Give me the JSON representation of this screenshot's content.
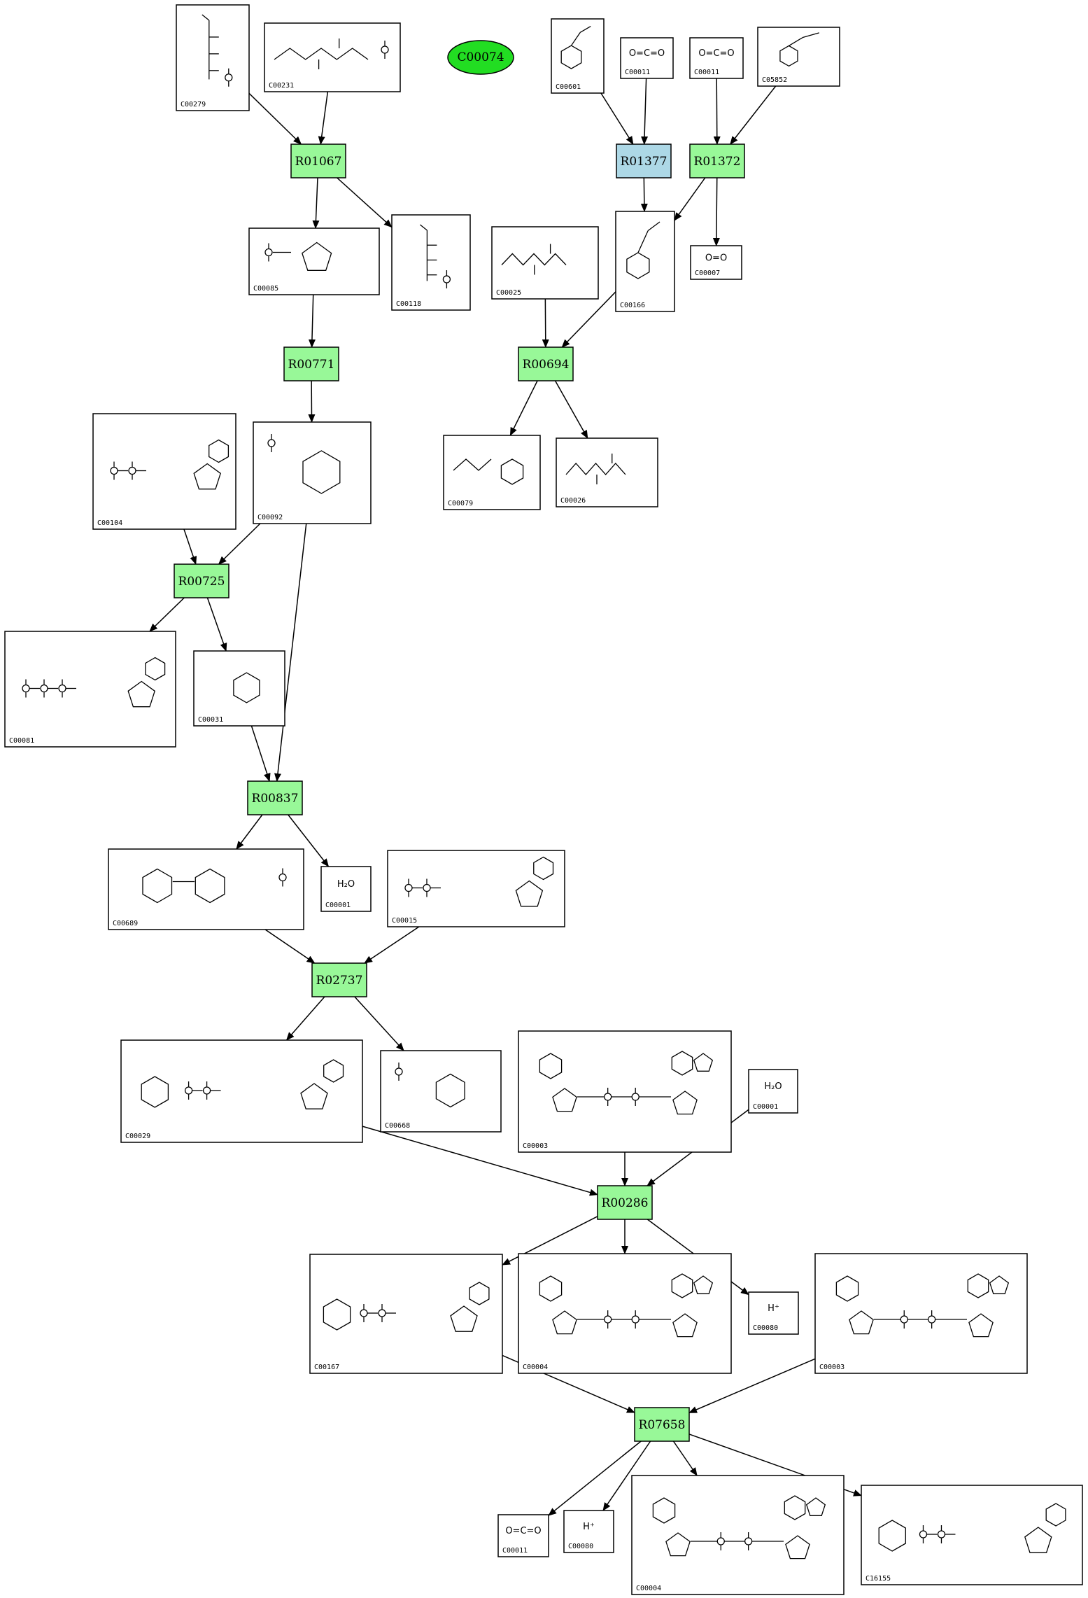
{
  "highlight_compound": {
    "label": "C00074",
    "fill": "#22dd22"
  },
  "colors": {
    "reaction": "#98f898",
    "reaction_alt": "#add8e6",
    "edge": "#000000"
  },
  "reactions": [
    {
      "id": "R01067",
      "style": "green"
    },
    {
      "id": "R01377",
      "style": "blue"
    },
    {
      "id": "R01372",
      "style": "green"
    },
    {
      "id": "R00771",
      "style": "green"
    },
    {
      "id": "R00694",
      "style": "green"
    },
    {
      "id": "R00725",
      "style": "green"
    },
    {
      "id": "R00837",
      "style": "green"
    },
    {
      "id": "R02737",
      "style": "green"
    },
    {
      "id": "R00286",
      "style": "green"
    },
    {
      "id": "R07658",
      "style": "green"
    }
  ],
  "compounds": [
    {
      "key": "c00279",
      "id": "C00279",
      "structure": "mol-aldehyde-chain"
    },
    {
      "key": "c00231",
      "id": "C00231",
      "structure": "mol-ketose-phosphate"
    },
    {
      "key": "c00601",
      "id": "C00601",
      "structure": "mol-benzene-aldehyde"
    },
    {
      "key": "c00011a",
      "id": "C00011",
      "structure": "text",
      "text": "O=C=O"
    },
    {
      "key": "c00011b",
      "id": "C00011",
      "structure": "text",
      "text": "O=C=O"
    },
    {
      "key": "c05852",
      "id": "C05852",
      "structure": "mol-hydroxyphenyl-acid"
    },
    {
      "key": "c00085",
      "id": "C00085",
      "structure": "mol-furanose-phosphate"
    },
    {
      "key": "c00118",
      "id": "C00118",
      "structure": "mol-glyceraldehyde-p"
    },
    {
      "key": "c00025",
      "id": "C00025",
      "structure": "mol-amino-diacid"
    },
    {
      "key": "c00166",
      "id": "C00166",
      "structure": "mol-phenylpyruvate"
    },
    {
      "key": "c00007",
      "id": "C00007",
      "structure": "text",
      "text": "O=O"
    },
    {
      "key": "c00104",
      "id": "C00104",
      "structure": "mol-nucleotide-2p"
    },
    {
      "key": "c00092",
      "id": "C00092",
      "structure": "mol-pyranose-phosphate"
    },
    {
      "key": "c00079",
      "id": "C00079",
      "structure": "mol-amino-acid-phenyl"
    },
    {
      "key": "c00026",
      "id": "C00026",
      "structure": "mol-keto-diacid"
    },
    {
      "key": "c00081",
      "id": "C00081",
      "structure": "mol-nucleotide-3p"
    },
    {
      "key": "c00031",
      "id": "C00031",
      "structure": "mol-pyranose"
    },
    {
      "key": "c00689",
      "id": "C00689",
      "structure": "mol-disaccharide-p"
    },
    {
      "key": "c00001a",
      "id": "C00001",
      "structure": "text",
      "text": "H₂O"
    },
    {
      "key": "c00015",
      "id": "C00015",
      "structure": "mol-udp"
    },
    {
      "key": "c00029",
      "id": "C00029",
      "structure": "mol-udp-sugar"
    },
    {
      "key": "c00668",
      "id": "C00668",
      "structure": "mol-pyranose-phosphate"
    },
    {
      "key": "c00003a",
      "id": "C00003",
      "structure": "mol-nad"
    },
    {
      "key": "c00001b",
      "id": "C00001",
      "structure": "text",
      "text": "H₂O"
    },
    {
      "key": "c00167",
      "id": "C00167",
      "structure": "mol-udp-sugar-acid"
    },
    {
      "key": "c00004a",
      "id": "C00004",
      "structure": "mol-nadh"
    },
    {
      "key": "c00080a",
      "id": "C00080",
      "structure": "text",
      "text": "H⁺"
    },
    {
      "key": "c00003b",
      "id": "C00003",
      "structure": "mol-nad"
    },
    {
      "key": "c00011c",
      "id": "C00011",
      "structure": "text",
      "text": "O=C=O"
    },
    {
      "key": "c00080b",
      "id": "C00080",
      "structure": "text",
      "text": "H⁺"
    },
    {
      "key": "c00004b",
      "id": "C00004",
      "structure": "mol-nadh"
    },
    {
      "key": "c16155",
      "id": "C16155",
      "structure": "mol-udp-keto-sugar"
    }
  ],
  "edges": [
    [
      "c00279",
      "R01067"
    ],
    [
      "c00231",
      "R01067"
    ],
    [
      "R01067",
      "c00085"
    ],
    [
      "R01067",
      "c00118"
    ],
    [
      "c00601",
      "R01377"
    ],
    [
      "c00011a",
      "R01377"
    ],
    [
      "R01377",
      "c00166"
    ],
    [
      "c00011b",
      "R01372"
    ],
    [
      "c05852",
      "R01372"
    ],
    [
      "R01372",
      "c00166"
    ],
    [
      "R01372",
      "c00007"
    ],
    [
      "c00085",
      "R00771"
    ],
    [
      "R00771",
      "c00092"
    ],
    [
      "c00025",
      "R00694"
    ],
    [
      "c00166",
      "R00694"
    ],
    [
      "R00694",
      "c00079"
    ],
    [
      "R00694",
      "c00026"
    ],
    [
      "c00104",
      "R00725"
    ],
    [
      "c00092",
      "R00725"
    ],
    [
      "R00725",
      "c00081"
    ],
    [
      "R00725",
      "c00031"
    ],
    [
      "c00031",
      "R00837"
    ],
    [
      "c00092",
      "R00837"
    ],
    [
      "R00837",
      "c00689"
    ],
    [
      "R00837",
      "c00001a"
    ],
    [
      "c00689",
      "R02737"
    ],
    [
      "c00015",
      "R02737"
    ],
    [
      "R02737",
      "c00029"
    ],
    [
      "R02737",
      "c00668"
    ],
    [
      "c00029",
      "R00286"
    ],
    [
      "c00003a",
      "R00286"
    ],
    [
      "c00001b",
      "R00286"
    ],
    [
      "R00286",
      "c00167"
    ],
    [
      "R00286",
      "c00004a"
    ],
    [
      "R00286",
      "c00080a"
    ],
    [
      "c00167",
      "R07658"
    ],
    [
      "c00003b",
      "R07658"
    ],
    [
      "R07658",
      "c00011c"
    ],
    [
      "R07658",
      "c00080b"
    ],
    [
      "R07658",
      "c00004b"
    ],
    [
      "R07658",
      "c16155"
    ]
  ]
}
